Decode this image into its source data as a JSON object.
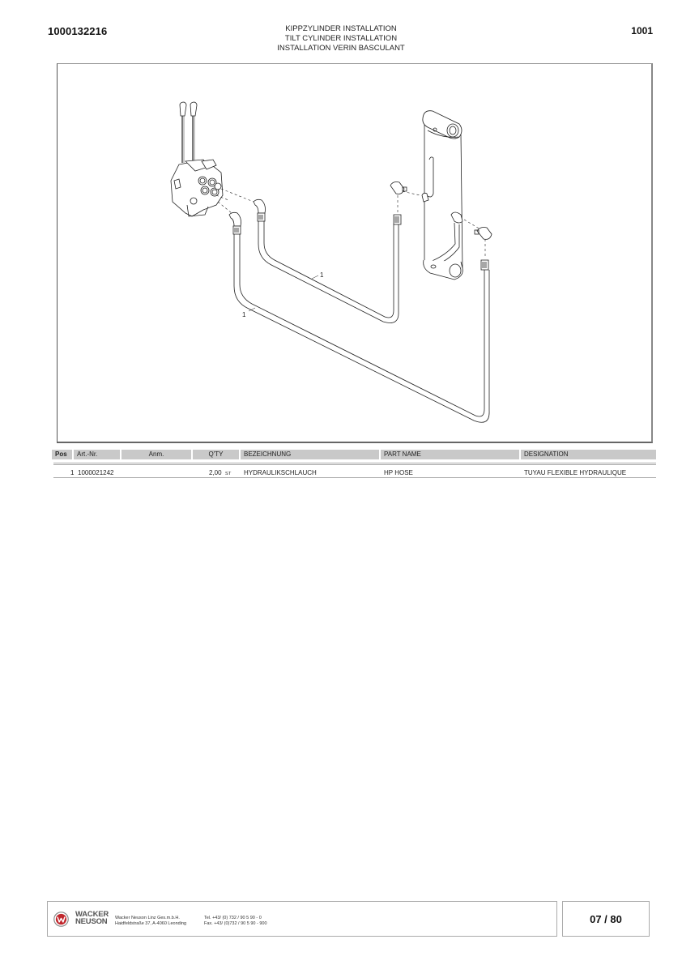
{
  "header": {
    "doc_number": "1000132216",
    "page_code": "1001",
    "titles": [
      "KIPPZYLINDER INSTALLATION",
      "TILT CYLINDER INSTALLATION",
      "INSTALLATION VERIN BASCULANT"
    ]
  },
  "drawing": {
    "callouts": [
      "1",
      "1"
    ],
    "components": [
      "control-valve",
      "elbow-fitting",
      "elbow-fitting",
      "tilt-cylinder",
      "elbow-fitting",
      "elbow-fitting",
      "hydraulic-hose",
      "hydraulic-hose"
    ]
  },
  "table": {
    "headers": {
      "pos": "Pos",
      "art_nr": "Art.-Nr.",
      "anm": "Anm.",
      "qty": "Q'TY",
      "bezeichnung": "BEZEICHNUNG",
      "part_name": "PART NAME",
      "designation": "DESIGNATION"
    },
    "rows": [
      {
        "pos": "1",
        "art_nr": "1000021242",
        "anm": "",
        "qty": "2,00",
        "unit": "ST",
        "bezeichnung": "HYDRAULIKSCHLAUCH",
        "part_name": "HP HOSE",
        "designation": "TUYAU FLEXIBLE HYDRAULIQUE"
      }
    ]
  },
  "footer": {
    "brand_line1": "WACKER",
    "brand_line2": "NEUSON",
    "company": "Wacker Neuson Linz  Ges.m.b.H.",
    "address": "Haidfeldstraße 37, A-4060 Leonding",
    "tel": "Tel. +43/ (0) 732 / 90 5 90 - 0",
    "fax": "Fax. +43/ (0)732 / 90 5 90 - 900",
    "page_current": "07",
    "page_total": "80",
    "page_label": "07 / 80",
    "logo_color": "#c0272d"
  }
}
